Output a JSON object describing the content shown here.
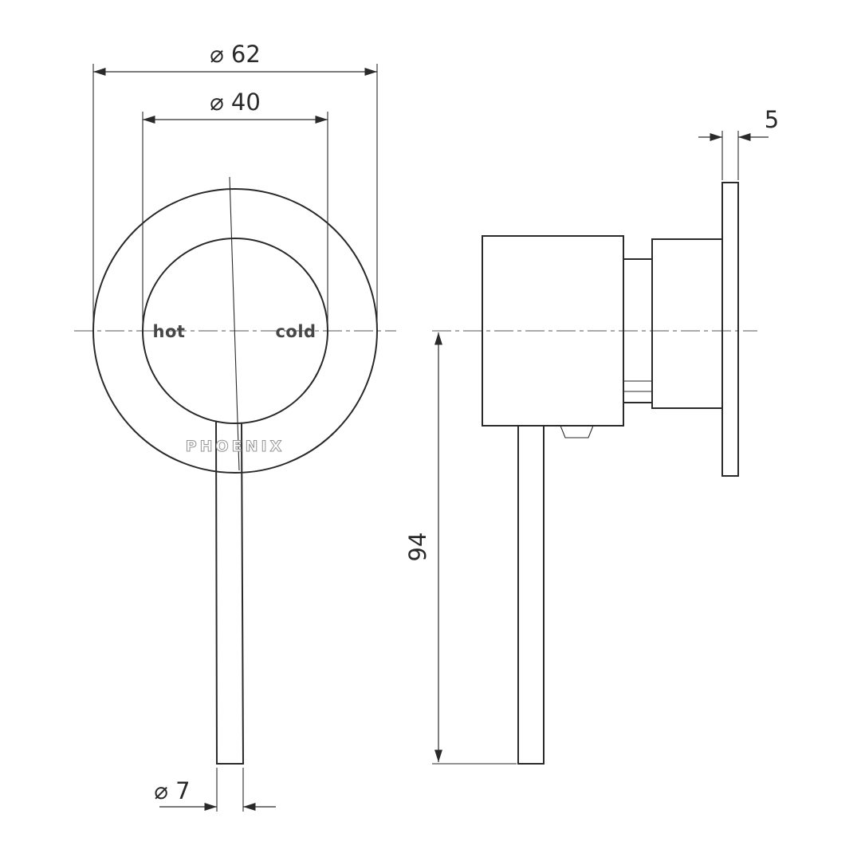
{
  "drawing": {
    "brand_label": "PHOENIX",
    "front_view": {
      "hot_label": "hot",
      "cold_label": "cold"
    },
    "dimensions": {
      "outer_diameter": "⌀ 62",
      "inner_diameter": "⌀ 40",
      "plate_thickness": "5",
      "handle_length": "94",
      "handle_diameter": "⌀ 7"
    },
    "colors": {
      "line": "#2a2a2a",
      "centerline": "#555555",
      "background": "#ffffff",
      "engraving": "#474747",
      "brand_outline": "#949494"
    }
  }
}
